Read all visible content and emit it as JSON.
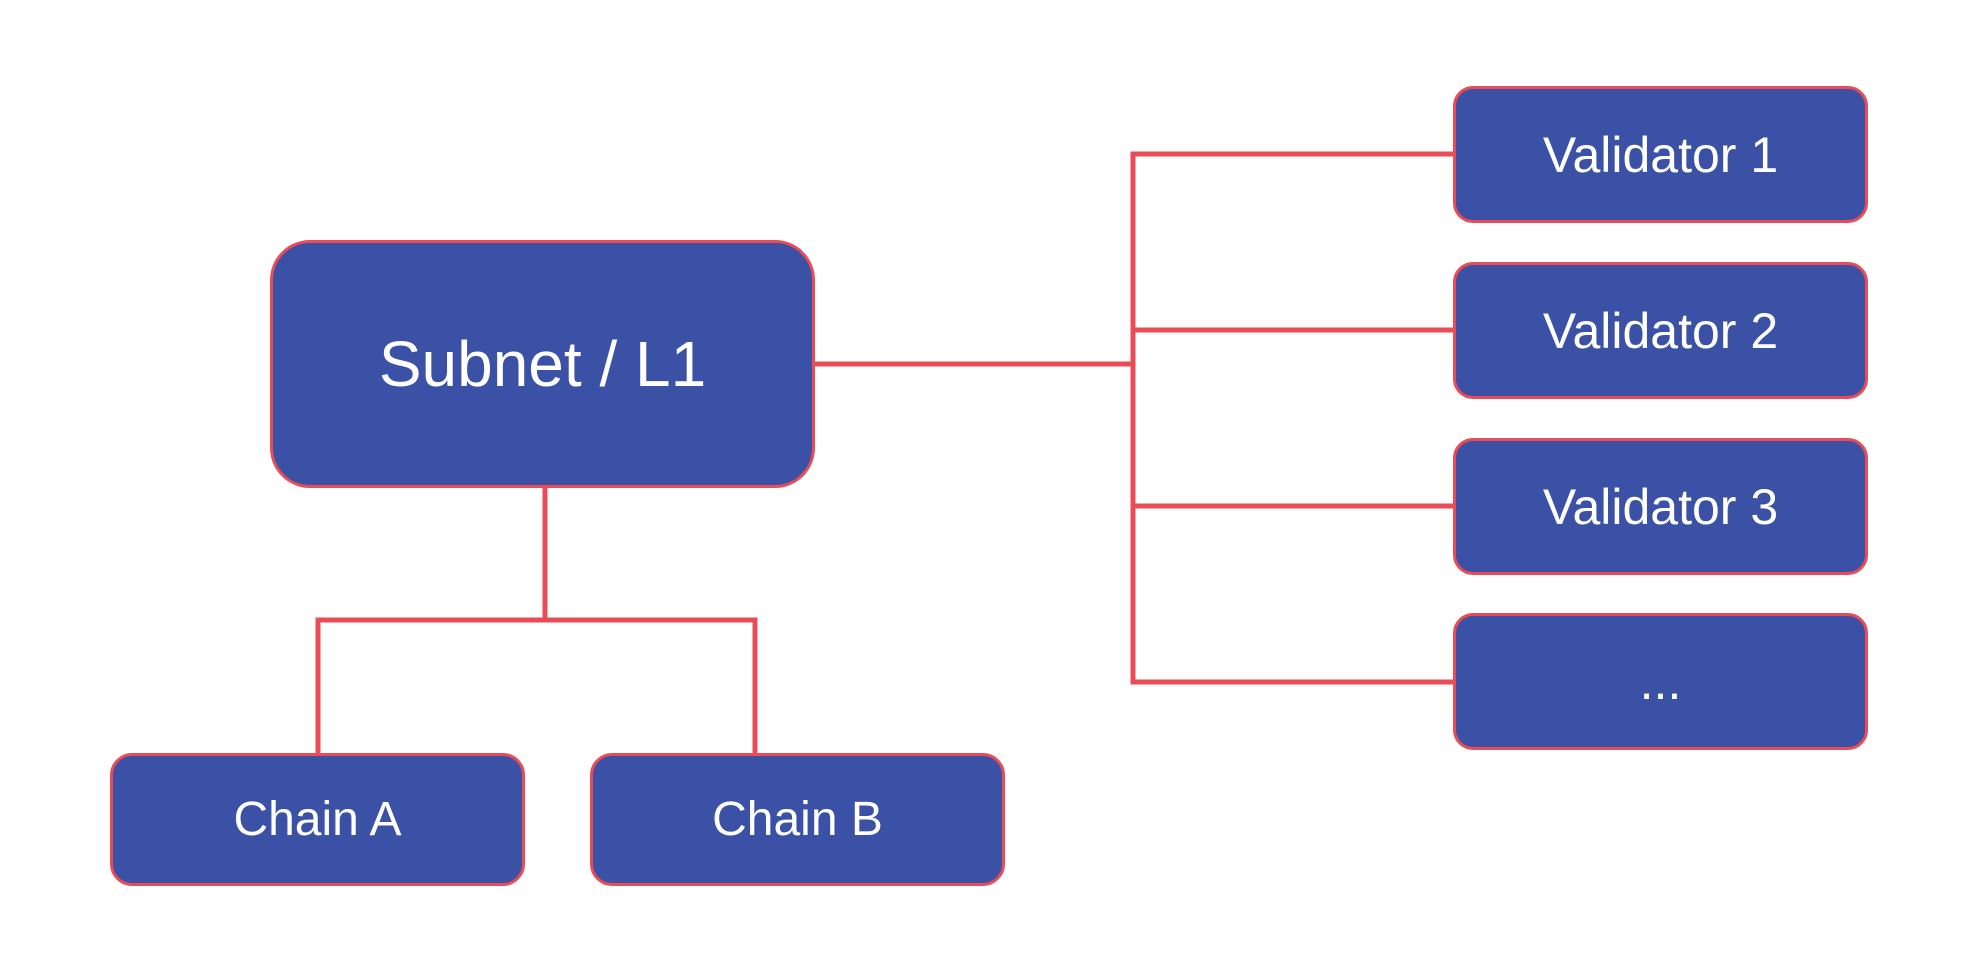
{
  "diagram": {
    "colors": {
      "background": "#FFFFFF",
      "node_fill": "#3B51A5",
      "node_border": "#E94C56",
      "connector": "#E94C56",
      "label_text": "#FFFFFF"
    },
    "subnet": {
      "label": "Subnet / L1"
    },
    "chains": [
      {
        "label": "Chain A"
      },
      {
        "label": "Chain B"
      }
    ],
    "validators": [
      {
        "label": "Validator 1"
      },
      {
        "label": "Validator 2"
      },
      {
        "label": "Validator 3"
      },
      {
        "label": "..."
      }
    ]
  }
}
